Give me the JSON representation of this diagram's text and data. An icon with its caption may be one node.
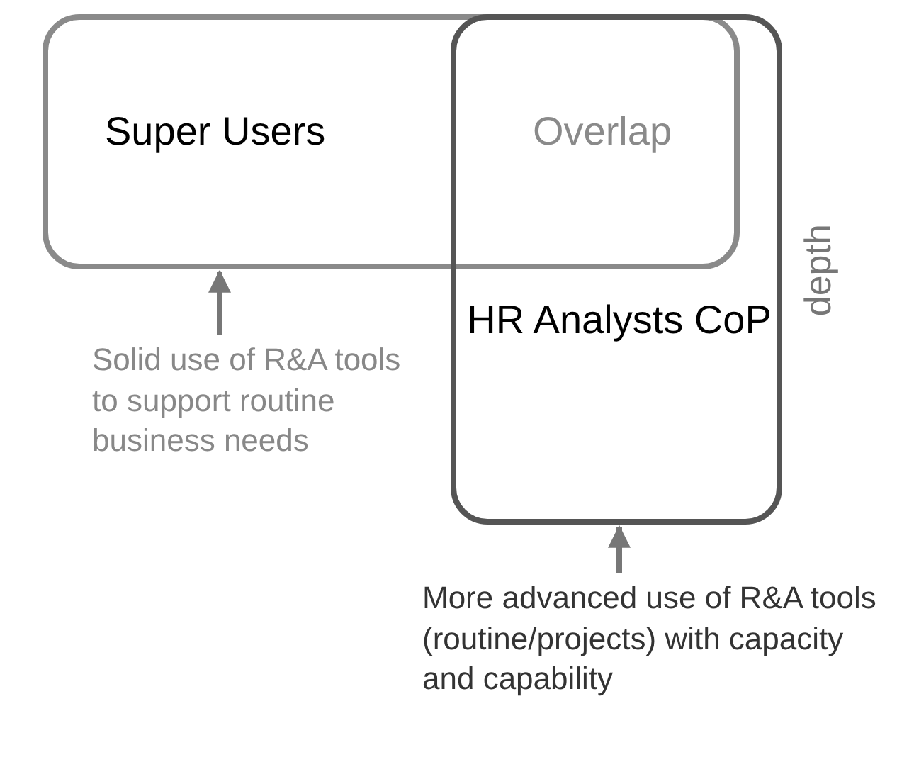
{
  "diagram": {
    "nodes": [
      {
        "text": [
          "Super Users"
        ]
      },
      {
        "text": [
          "HR Analysts CoP"
        ]
      },
      {
        "text": [
          "Solid use of R&A tools to support routine business needs"
        ]
      },
      {
        "text": [
          "More advanced use of R&A tools (routine/projects) with capacity and capability"
        ]
      }
    ],
    "edges": [
      {
        "from": 2,
        "to": 0,
        "arrow": "to"
      },
      {
        "from": 3,
        "to": 1,
        "arrow": "to"
      }
    ],
    "labels": [
      "Overlap",
      "depth"
    ]
  }
}
